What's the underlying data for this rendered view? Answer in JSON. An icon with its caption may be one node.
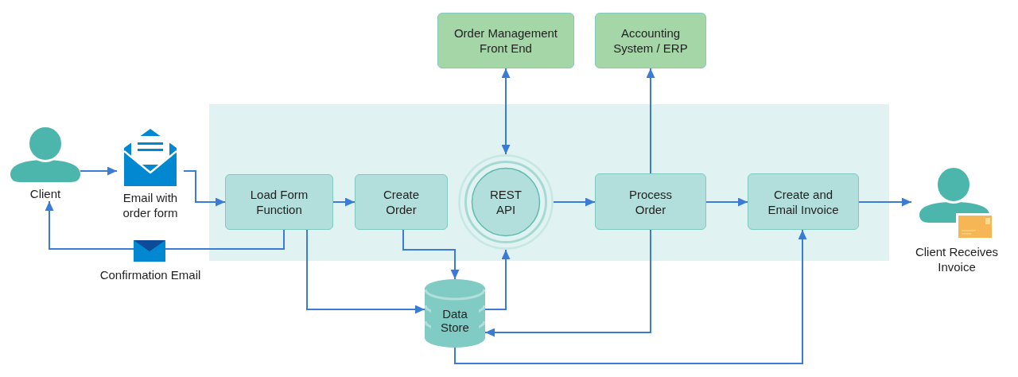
{
  "diagram": {
    "nodes": [
      {
        "text": [],
        "shape": "box"
      },
      {
        "text": [
          "Client"
        ]
      },
      {
        "text": [
          "Email with order form"
        ]
      },
      {
        "text": [
          "Load Form Function"
        ],
        "in": 0
      },
      {
        "text": [
          "Create Order"
        ],
        "in": 0
      },
      {
        "text": [
          "REST API"
        ],
        "in": 0
      },
      {
        "text": [
          "Order Management Front End"
        ]
      },
      {
        "text": [
          "Accounting System / ERP"
        ]
      },
      {
        "text": [
          "Process Order"
        ],
        "in": 0
      },
      {
        "text": [
          "Create and Email Invoice"
        ],
        "in": 0
      },
      {
        "text": [
          "Client Receives Invoice"
        ]
      },
      {
        "text": [
          "Data Store"
        ]
      }
    ],
    "edges": [
      {
        "from": 1,
        "to": 2,
        "arrow": "to"
      },
      {
        "from": 2,
        "to": 3,
        "arrow": "to"
      },
      {
        "from": 3,
        "to": 4,
        "arrow": "to"
      },
      {
        "from": 3,
        "to": 1,
        "arrow": "to",
        "label": "Confirmation Email"
      },
      {
        "from": 3,
        "to": 11,
        "arrow": "to"
      },
      {
        "from": 4,
        "to": 11,
        "arrow": "to"
      },
      {
        "from": 11,
        "to": 5,
        "arrow": "to"
      },
      {
        "from": 5,
        "to": 6,
        "arrow": "both"
      },
      {
        "from": 5,
        "to": 8,
        "arrow": "to"
      },
      {
        "from": 8,
        "to": 7,
        "arrow": "to"
      },
      {
        "from": 8,
        "to": 9,
        "arrow": "to"
      },
      {
        "from": 8,
        "to": 11,
        "arrow": "to"
      },
      {
        "from": 11,
        "to": 9,
        "arrow": "to"
      },
      {
        "from": 9,
        "to": 10,
        "arrow": "to"
      }
    ]
  }
}
